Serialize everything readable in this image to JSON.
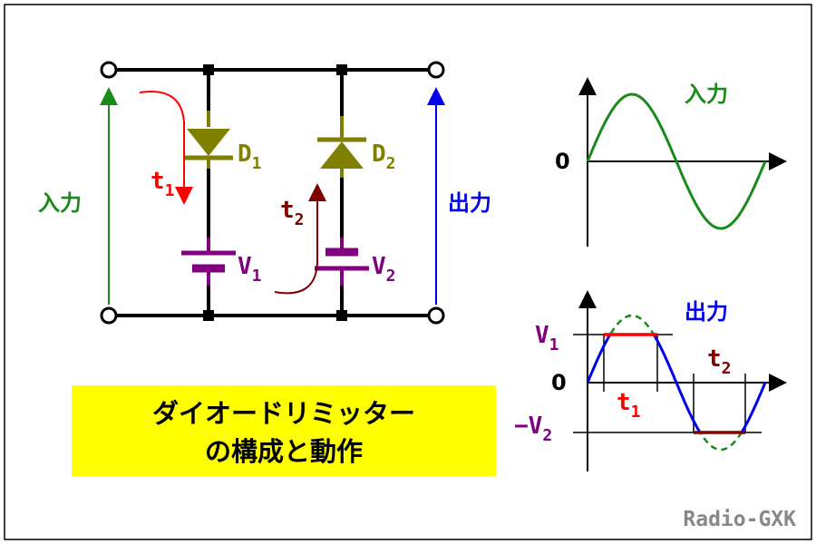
{
  "circuit": {
    "input_label": "入力",
    "output_label": "出力",
    "d1": {
      "main": "D",
      "sub": "1"
    },
    "d2": {
      "main": "D",
      "sub": "2"
    },
    "v1": {
      "main": "V",
      "sub": "1"
    },
    "v2": {
      "main": "V",
      "sub": "2"
    },
    "t1": {
      "main": "t",
      "sub": "1"
    },
    "t2": {
      "main": "t",
      "sub": "2"
    }
  },
  "input_graph": {
    "title": "入力",
    "zero": "0"
  },
  "output_graph": {
    "title": "出力",
    "v1": {
      "main": "V",
      "sub": "1"
    },
    "zero": "0",
    "neg_v2": {
      "main": "−V",
      "sub": "2"
    },
    "t1": {
      "main": "t",
      "sub": "1"
    },
    "t2": {
      "main": "t",
      "sub": "2"
    }
  },
  "title_box": {
    "line1": "ダイオードリミッター",
    "line2": "の構成と動作"
  },
  "credit": "Radio-GXK",
  "colors": {
    "input": "#1a8a1a",
    "output": "#0000ee",
    "diode": "#808000",
    "battery": "#800080",
    "t1": "#ff0000",
    "t2": "#800000",
    "clip": "#ff0000",
    "title_bg": "#ffff00"
  }
}
